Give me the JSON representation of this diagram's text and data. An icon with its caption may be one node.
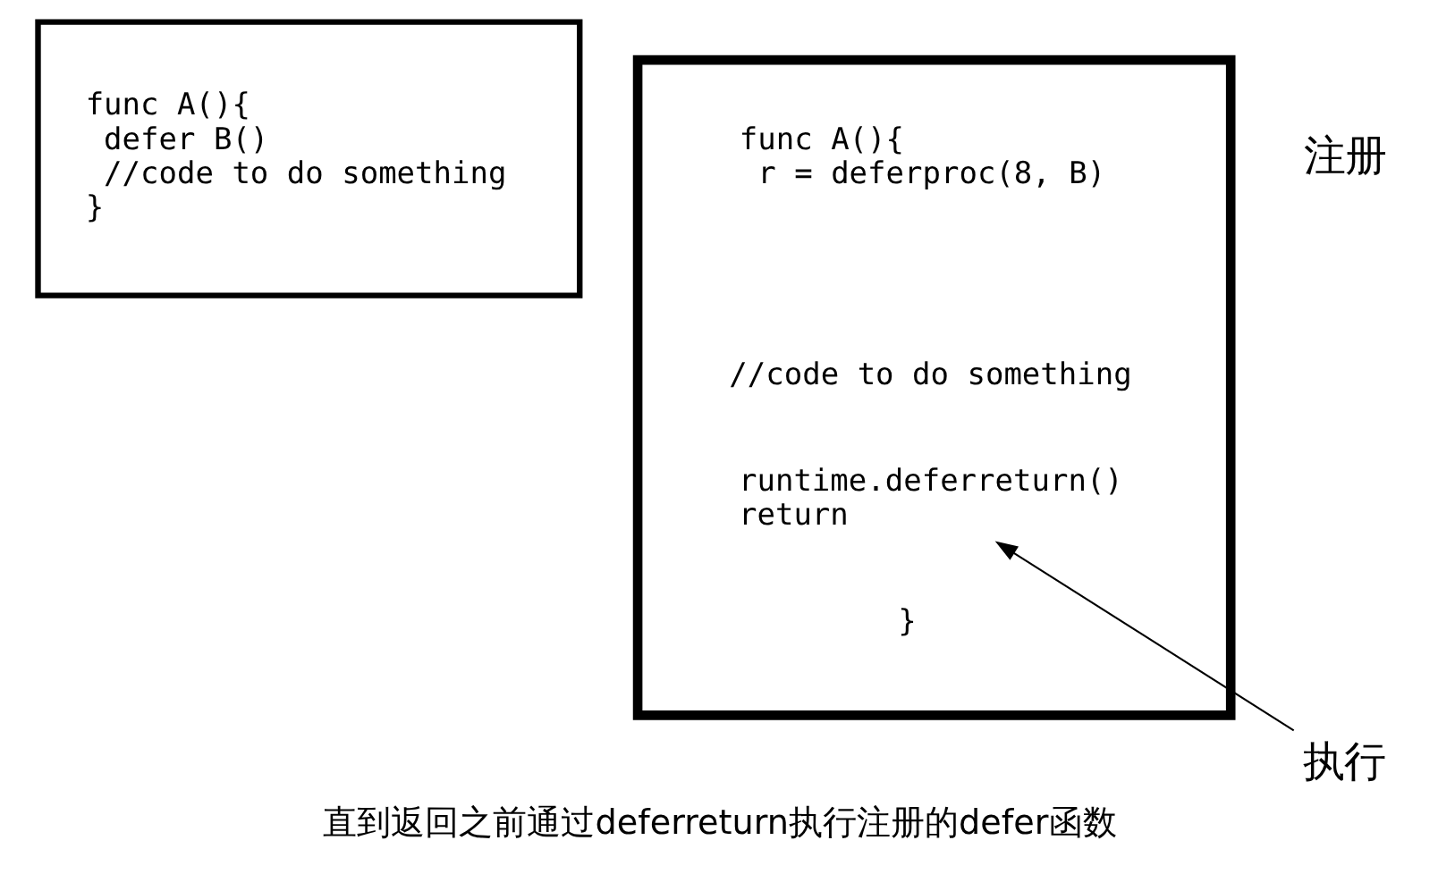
{
  "diagram": {
    "caption": "直到返回之前通过deferreturn执行注册的defer函数",
    "nodes": [
      {
        "text": [
          "func A(){",
          "defer B()",
          "//code to do something",
          "}"
        ]
      },
      {
        "text": [],
        "shape": "box"
      },
      {
        "text": [
          "func A(){",
          "r = deferproc(8, B)"
        ],
        "in": 1
      },
      {
        "text": [
          "//code to do something"
        ],
        "in": 1
      },
      {
        "text": [
          "runtime.deferreturn()",
          "return"
        ],
        "in": 1
      },
      {
        "text": [
          "}"
        ],
        "in": 1
      },
      {
        "text": [
          "执行"
        ]
      }
    ],
    "edges": [
      {
        "from": 6,
        "to": 4,
        "arrow": "to"
      }
    ],
    "labels": [
      "注册"
    ]
  }
}
